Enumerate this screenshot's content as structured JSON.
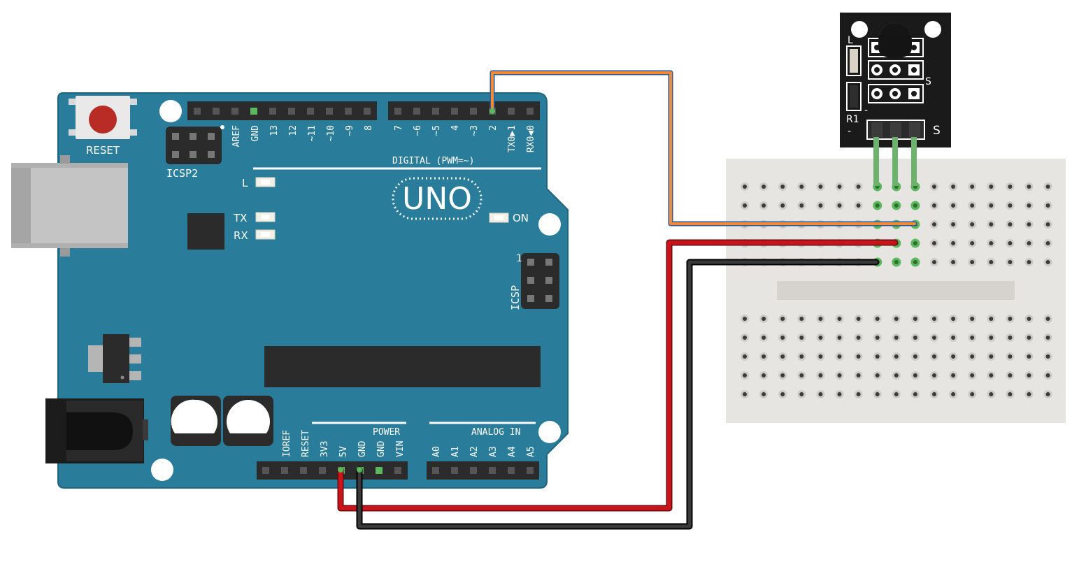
{
  "board": {
    "logo": "UNO",
    "reset_label": "RESET",
    "icsp2_label": "ICSP2",
    "icsp_label": "ICSP",
    "icsp_pin1": "1",
    "digital_label": "DIGITAL (PWM=~)",
    "power_label": "POWER",
    "analog_label": "ANALOG IN",
    "led_l": "L",
    "led_tx": "TX",
    "led_rx": "RX",
    "led_on": "ON",
    "top_left_pins": [
      "AREF",
      "GND",
      "13",
      "12",
      "~11",
      "~10",
      "~9",
      "8"
    ],
    "top_right_pins": [
      "7",
      "~6",
      "~5",
      "4",
      "~3",
      "2",
      "TX0▶1",
      "RX0◀0"
    ],
    "power_pins": [
      "IOREF",
      "RESET",
      "3V3",
      "5V",
      "GND",
      "GND",
      "VIN"
    ],
    "analog_pins": [
      "A0",
      "A1",
      "A2",
      "A3",
      "A4",
      "A5"
    ]
  },
  "sensor": {
    "labels": {
      "l": "L",
      "s1": "S",
      "s2": "S",
      "r1": "R1",
      "minus1": "-",
      "minus2": "-"
    }
  },
  "wires": [
    {
      "from": "digital-2",
      "to": "sensor-signal",
      "color": "#f58a33"
    },
    {
      "from": "5V",
      "to": "sensor-vcc",
      "color": "#c8151b"
    },
    {
      "from": "GND",
      "to": "sensor-gnd",
      "color": "#222222"
    }
  ],
  "colors": {
    "board": "#2a7d9a",
    "board_edge": "#1f6680",
    "header": "#2b2b2b",
    "breadboard": "#e6e5e2",
    "wire_signal": "#f58a33",
    "wire_vcc": "#c8151b",
    "wire_gnd": "#222222",
    "connected_pin": "#5cb85c",
    "sensor_board": "#1a1a1a"
  }
}
